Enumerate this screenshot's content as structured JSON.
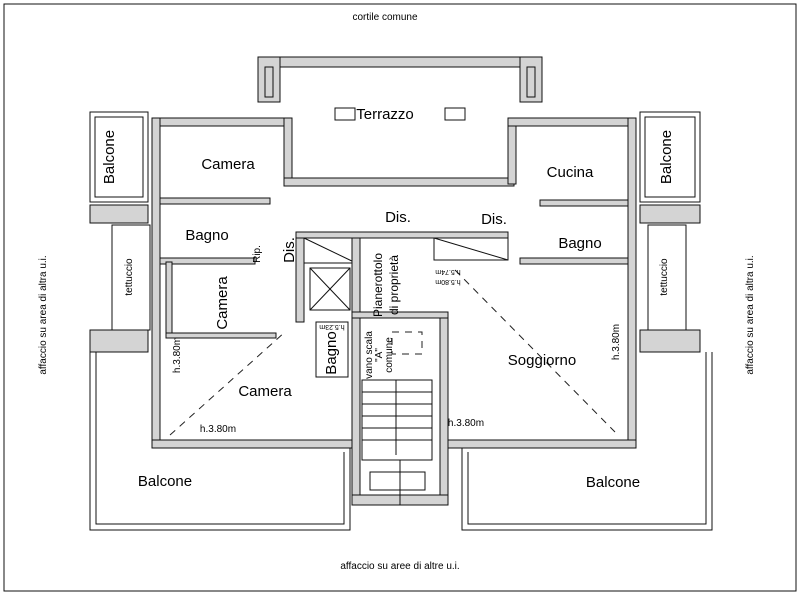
{
  "plan": {
    "top_label": "cortile comune",
    "bottom_label": "affaccio su aree di altre u.i.",
    "left_label": "affaccio su area di altra u.i.",
    "right_label": "affaccio su area di altra u.i.",
    "rooms": {
      "terrazzo": "Terrazzo",
      "camera_top": "Camera",
      "cucina": "Cucina",
      "balcone_top_left": "Balcone",
      "balcone_top_right": "Balcone",
      "bagno_left": "Bagno",
      "dis_center": "Dis.",
      "dis_right": "Dis.",
      "dis_left": "Dis.",
      "bagno_right": "Bagno",
      "rip": "Rip.",
      "camera_mid": "Camera",
      "tettuccio_left": "tettuccio",
      "tettuccio_right": "tettuccio",
      "pianerottolo_1": "Pianerottolo",
      "pianerottolo_2": "di proprietà",
      "bagno_small": "Bagno",
      "vano_1": "vano scala",
      "vano_2": "\"A\"",
      "vano_3": "comune",
      "soggiorno": "Soggiorno",
      "camera_bottom": "Camera",
      "balcone_bottom_left": "Balcone",
      "balcone_bottom_right": "Balcone"
    },
    "heights": {
      "h523": "h.5.23m",
      "h574": "h.5.74m",
      "h580": "h.5.80m",
      "h380_left_v": "h.3.80m",
      "h380_right_v": "h.3.80m",
      "h380_left": "h.3.80m",
      "h380_right": "h.3.80m"
    }
  }
}
